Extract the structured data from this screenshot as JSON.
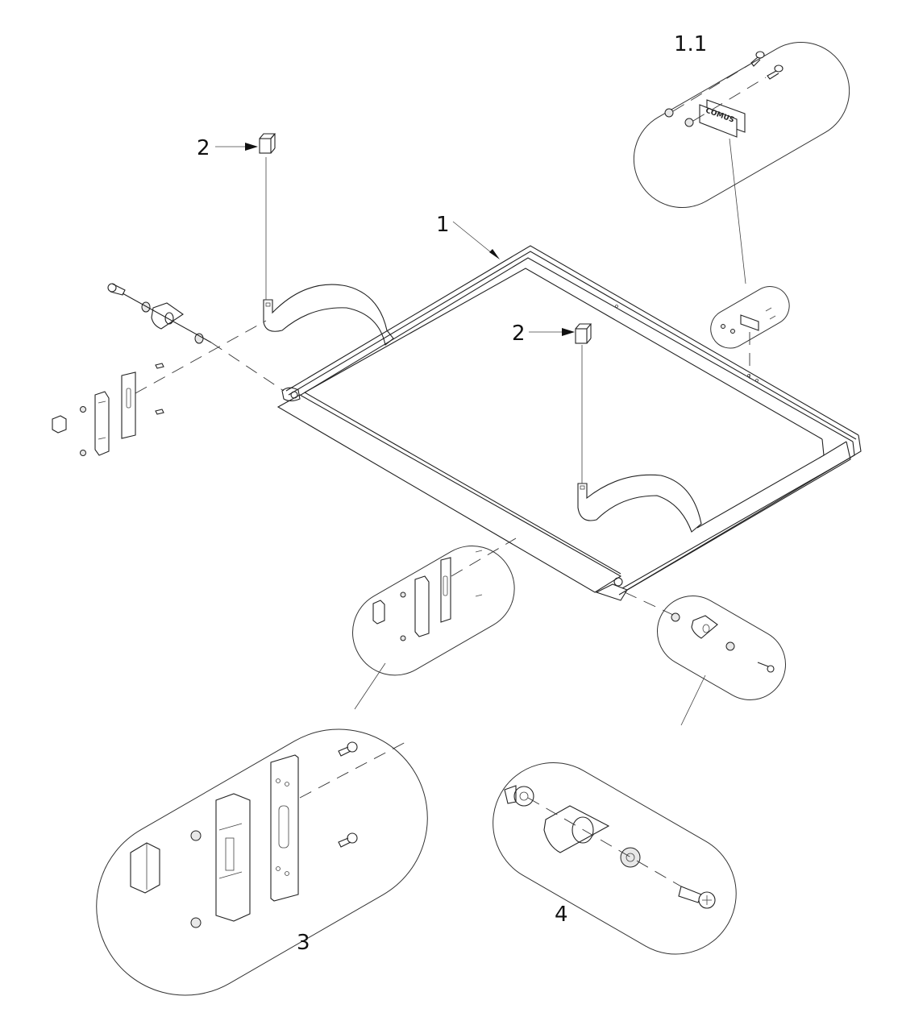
{
  "drawing": {
    "type": "exploded assembly diagram",
    "callouts": [
      {
        "id": "1",
        "label": "1",
        "target": "main frame / tray"
      },
      {
        "id": "1.1",
        "label": "1.1",
        "target": "bracket detail (enlarged)"
      },
      {
        "id": "2a",
        "label": "2",
        "target": "clip (left handle)"
      },
      {
        "id": "2b",
        "label": "2",
        "target": "clip (right handle)"
      },
      {
        "id": "3",
        "label": "3",
        "target": "latch assembly detail (enlarged)"
      },
      {
        "id": "4",
        "label": "4",
        "target": "hinge pivot detail (enlarged)"
      }
    ],
    "bracket_logo_text": "COMUS"
  }
}
